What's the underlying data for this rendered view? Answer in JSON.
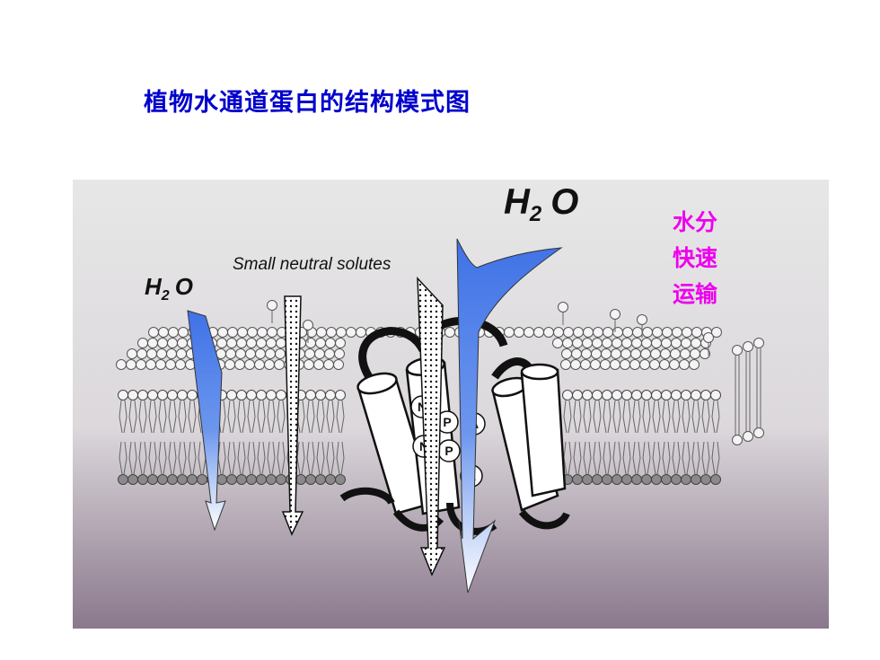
{
  "title": "植物水通道蛋白的结构模式图",
  "figure": {
    "label_h2o_large": "H",
    "label_h2o_large_sub": "2",
    "label_h2o_large_o": "O",
    "label_h2o_small": "H",
    "label_h2o_small_sub": "2",
    "label_h2o_small_o": "O",
    "label_solutes": "Small neutral solutes",
    "annotation_lines": [
      "水分",
      "快速",
      "运输"
    ],
    "motif_letters": [
      "N",
      "P",
      "A",
      "N",
      "P",
      "A"
    ]
  },
  "colors": {
    "title": "#0000cc",
    "annotation": "#ee00ee",
    "water_arrow": "#4f7fe6",
    "background_top": "#e6e6e6",
    "background_bottom": "#8c7a8e"
  }
}
